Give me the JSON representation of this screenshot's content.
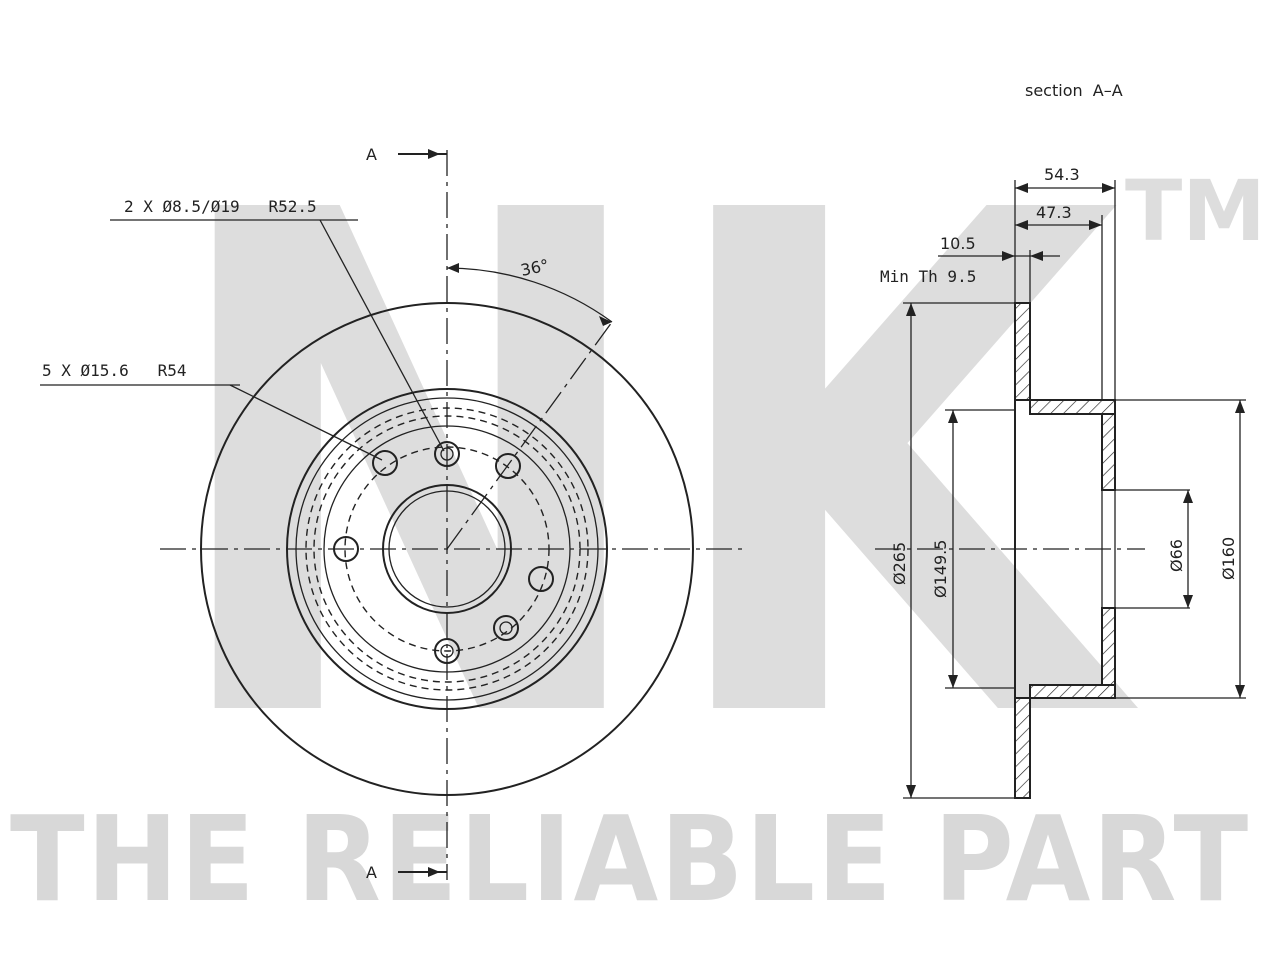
{
  "watermark": {
    "brand": "NK",
    "trademark": "TM",
    "tagline": "THE RELIABLE PART"
  },
  "section_title": "section  A–A",
  "section_marker": "A",
  "front_view": {
    "bolt_holes_label": "2 X Ø8.5/Ø19   R52.5",
    "wheel_holes_label": "5 X Ø15.6   R54",
    "angle_label": "36°"
  },
  "section_view": {
    "dim_total_depth": "54.3",
    "dim_hat_depth": "47.3",
    "dim_thickness": "10.5",
    "min_thickness": "Min Th 9.5",
    "dia_outer": "Ø265",
    "dia_inner": "Ø149.5",
    "dia_center_bore": "Ø66",
    "dia_hat": "Ø160"
  }
}
